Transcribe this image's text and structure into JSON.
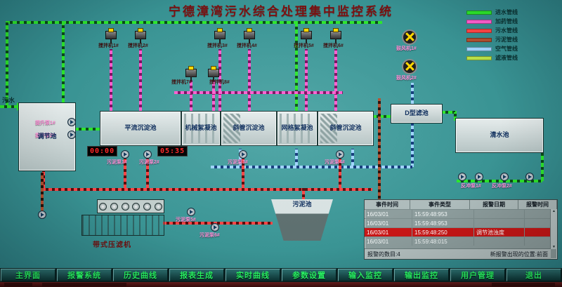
{
  "title": "宁德漳湾污水综合处理集中监控系统",
  "legend": {
    "items": [
      {
        "label": "进水管线",
        "color": "#2ce62c"
      },
      {
        "label": "加药管线",
        "color": "#ff5fd0"
      },
      {
        "label": "污水管线",
        "color": "#ff4545"
      },
      {
        "label": "污泥管线",
        "color": "#b05030"
      },
      {
        "label": "空气管线",
        "color": "#9ed4ff"
      },
      {
        "label": "滤液管线",
        "color": "#b8e048"
      }
    ]
  },
  "plant": {
    "inlet_label": "污水",
    "tanks": {
      "regulating": "调节池",
      "horizontal_sed": "平流沉淀池",
      "mechanical_floc": "机械絮凝池",
      "inclined_sed_1": "斜管沉淀池",
      "grid_floc": "网格絮凝池",
      "inclined_sed_2": "斜管沉淀池",
      "d_filter": "D型滤池",
      "clear_water": "清水池",
      "sludge_pond": "污泥池",
      "belt_press": "带式压滤机"
    },
    "mixers": [
      "搅拌机1#",
      "搅拌机2#",
      "搅拌机3#",
      "搅拌机4#",
      "搅拌机5#",
      "搅拌机6#",
      "搅拌机7#",
      "搅拌机8#"
    ],
    "pumps": {
      "lift1": "提升泵1#",
      "lift2": "提升泵2#",
      "sludge1": "污泥泵1#",
      "sludge2": "污泥泵2#",
      "sludge3": "污泥泵3#",
      "sludge4": "污泥泵4#",
      "sludge5": "污泥泵5#",
      "sludge6": "污泥泵6#",
      "backwash1": "反冲泵1#",
      "backwash2": "反冲泵2#",
      "blower1": "鼓风机1#",
      "blower2": "鼓风机2#"
    },
    "timers": {
      "t1": "00:00",
      "t2": "05:35"
    }
  },
  "alarm_table": {
    "headers": [
      "事件时间",
      "事件类型",
      "报警日期",
      "报警时间"
    ],
    "rows": [
      {
        "date": "16/03/01",
        "time": "15:59:48:953",
        "message": ""
      },
      {
        "date": "16/03/01",
        "time": "15:59:48:953",
        "message": ""
      },
      {
        "date": "16/03/01",
        "time": "15:59:48:250",
        "message": "调节池浊度"
      },
      {
        "date": "16/03/01",
        "time": "15:59:48:015",
        "message": ""
      }
    ],
    "footer_left": "报警的数目:4",
    "footer_right": "新报警出现的位置:前面"
  },
  "toolbar": {
    "buttons": [
      "主界面",
      "报警系统",
      "历史曲线",
      "报表生成",
      "实时曲线",
      "参数设置",
      "输入监控",
      "输出监控",
      "用户管理",
      "退出"
    ]
  },
  "colors": {
    "background": "#3a9494",
    "title": "#7a0f0f",
    "button_text": "#2aff6a"
  }
}
